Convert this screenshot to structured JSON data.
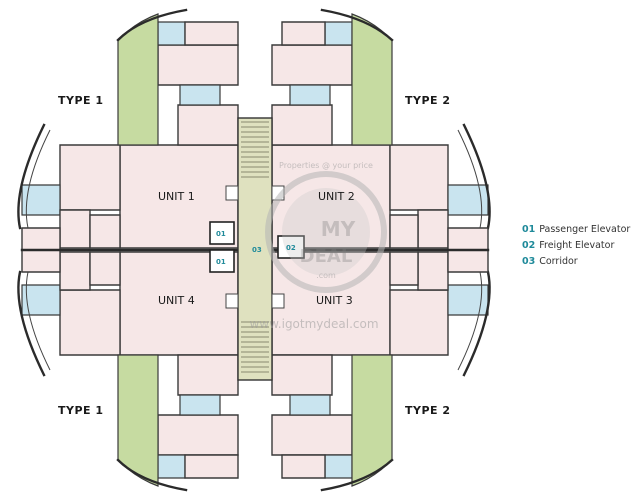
{
  "labels": {
    "type_top_left": "TYPE 1",
    "type_top_right": "TYPE 2",
    "type_bottom_left": "TYPE 1",
    "type_bottom_right": "TYPE 2",
    "unit_1": "UNIT 1",
    "unit_2": "UNIT 2",
    "unit_3": "UNIT 3",
    "unit_4": "UNIT 4"
  },
  "core": {
    "passenger_1": "01",
    "passenger_2": "01",
    "freight": "02",
    "corridor": "03"
  },
  "legend": [
    {
      "num": "01",
      "text": "Passenger Elevator"
    },
    {
      "num": "02",
      "text": "Freight Elevator"
    },
    {
      "num": "03",
      "text": "Corridor"
    }
  ],
  "watermark": {
    "tagline": "Properties @ your price",
    "brand_top": "MY",
    "brand_bottom": "DEAL",
    "domain": ".com",
    "url": "www.igotmydeal.com"
  },
  "colors": {
    "room": "#f6e7e7",
    "bath": "#c9e4ef",
    "balcony": "#c6dba1",
    "core": "#dfe1bf",
    "accent": "#1f8a9a"
  }
}
